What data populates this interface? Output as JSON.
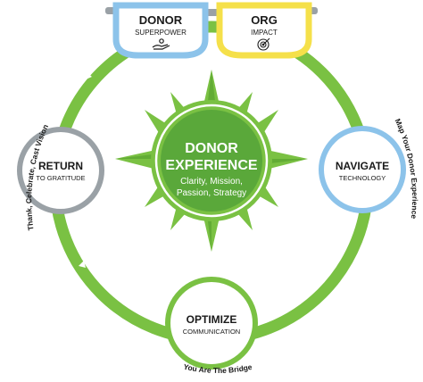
{
  "colors": {
    "ring_green": "#7ac143",
    "ring_green_dark": "#4f9a2a",
    "node_border_gray": "#9aa1a6",
    "donor_lens_blue": "#8cc3ea",
    "org_lens_yellow": "#f5e04a",
    "navigate_border_blue": "#8cc3ea",
    "text_dark": "#1a1a1a",
    "center_text": "#ffffff"
  },
  "glasses": {
    "donor": {
      "title": "DONOR",
      "subtitle": "SUPERPOWER",
      "icon": "hands-offering-icon"
    },
    "org": {
      "title": "ORG",
      "subtitle": "IMPACT",
      "icon": "target-icon"
    }
  },
  "center": {
    "title_line1": "DONOR",
    "title_line2": "EXPERIENCE",
    "sub_line1": "Clarity, Mission,",
    "sub_line2": "Passion, Strategy"
  },
  "nodes": {
    "return": {
      "title": "RETURN",
      "subtitle": "TO GRATITUDE"
    },
    "navigate": {
      "title": "NAVIGATE",
      "subtitle": "TECHNOLOGY"
    },
    "optimize": {
      "title": "OPTIMIZE",
      "subtitle": "COMMUNICATION"
    }
  },
  "arc_labels": {
    "left": "Thank, Celebrate, Cast Vision",
    "right": "Map Your Donor Experience",
    "bottom": "You Are The Bridge"
  }
}
